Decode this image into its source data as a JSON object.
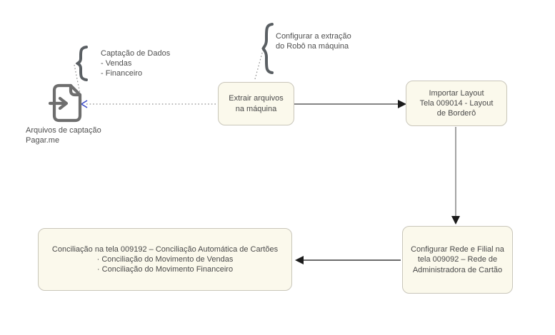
{
  "source": {
    "icon": "file-import-icon",
    "caption": "Arquivos de captação\nPagar.me"
  },
  "annotations": {
    "captacao": {
      "text": "Captação de Dados\n- Vendas\n- Financeiro"
    },
    "configurar_extracao": {
      "text": "Configurar a extração\ndo Robô na máquina"
    }
  },
  "nodes": {
    "extrair": {
      "text": "Extrair arquivos\nna máquina"
    },
    "importar": {
      "text": "Importar Layout\nTela 009014 - Layout\nde Borderô"
    },
    "configurar_rede": {
      "text": "Configurar Rede e Filial na\ntela 009092 – Rede de\nAdministradora de Cartão"
    },
    "conciliacao": {
      "text": "Conciliação na tela 009192 – Conciliação Automática de Cartões\n· Conciliação do Movimento de Vendas\n· Conciliação do Movimento Financeiro"
    }
  },
  "colors": {
    "node_fill": "#fbf9ec",
    "node_border": "#c9c6ba",
    "text_color": "#4a4a4a",
    "annotation_color": "#4f4f4f",
    "connector": "#858585",
    "dark_connector": "#3a3a3a",
    "arrowhead": "#1c1c1c",
    "dotted": "#8f8f8f",
    "accent_blue": "#3b4bc8",
    "brace": "#5a5f63",
    "icon": "#6e6e6e"
  }
}
